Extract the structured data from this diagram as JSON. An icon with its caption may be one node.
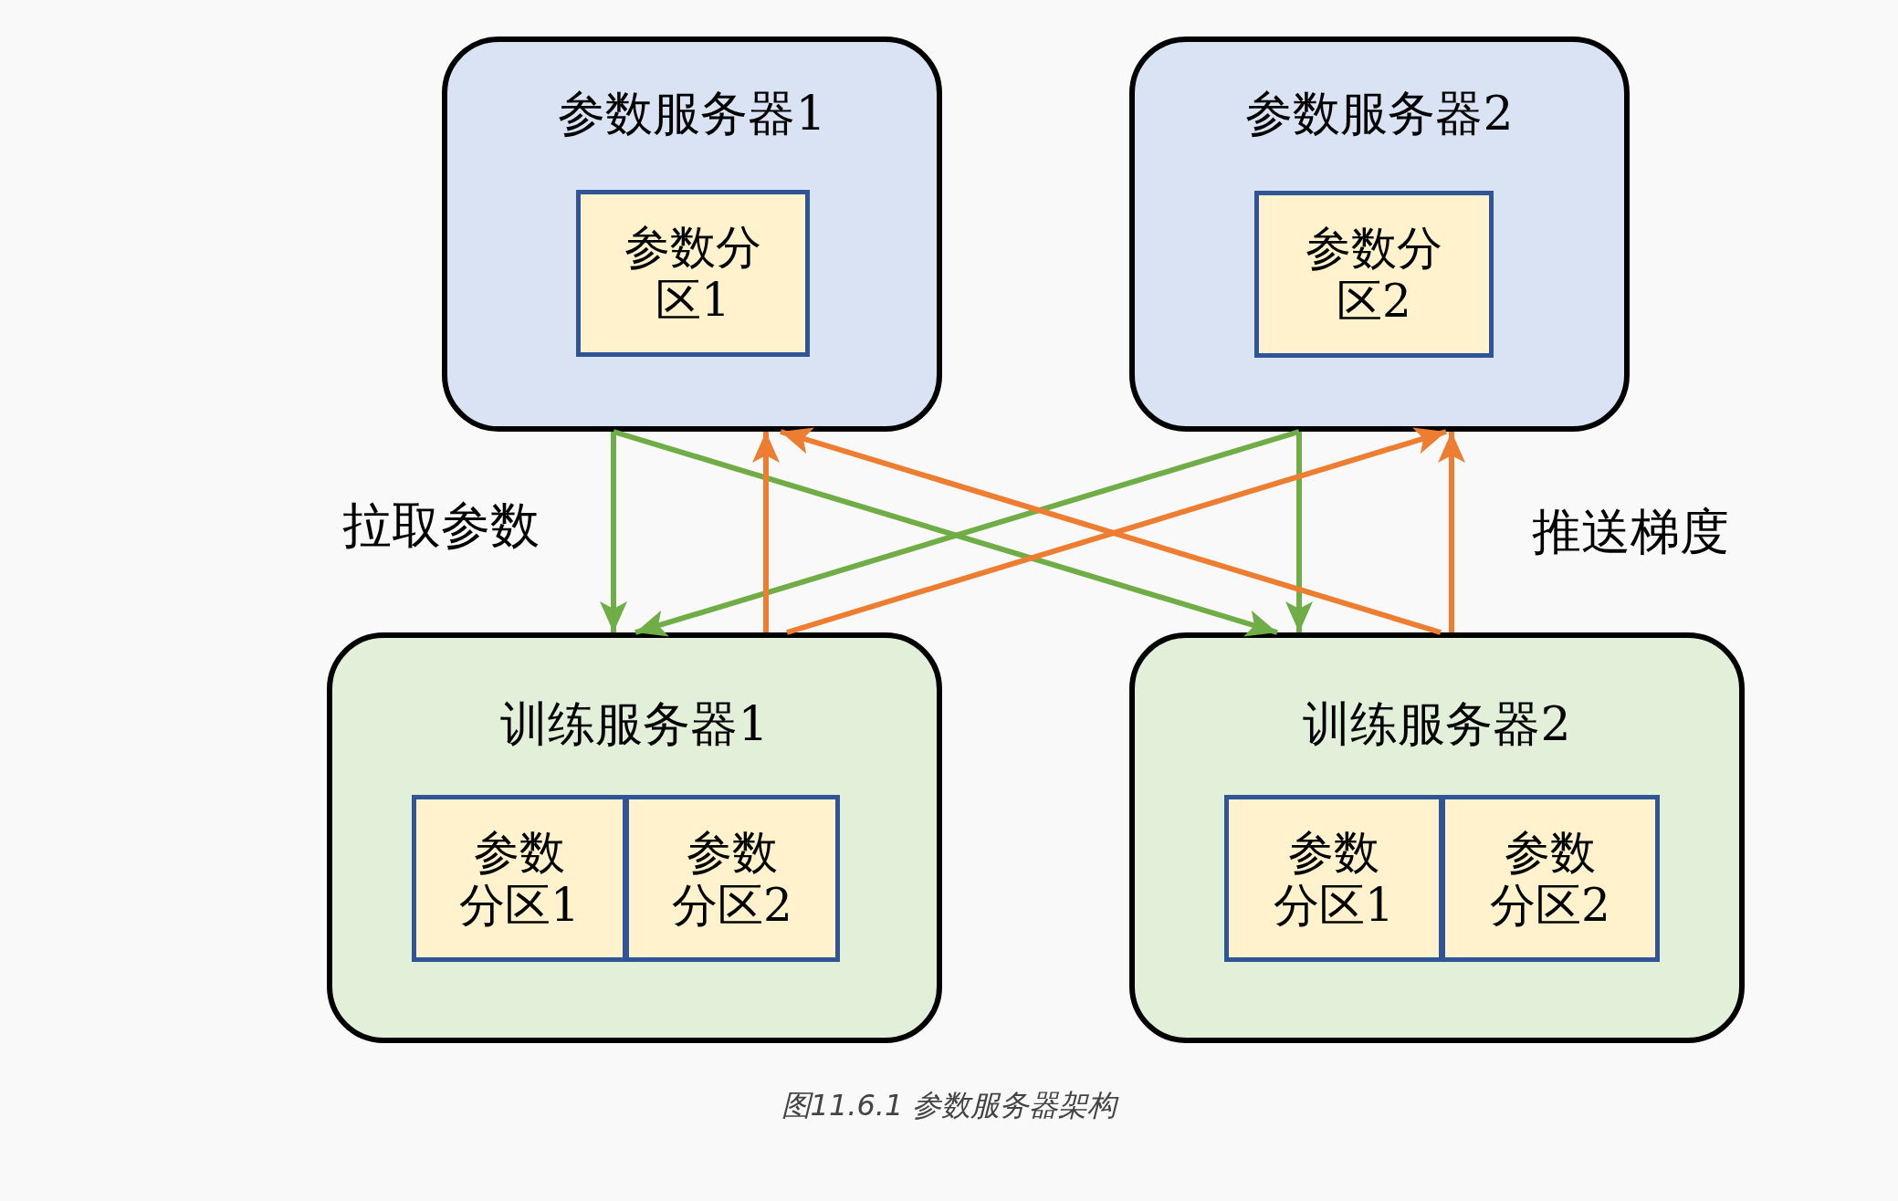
{
  "diagram": {
    "caption": "图11.6.1 参数服务器架构",
    "nodes": [
      {
        "text": [
          "参数服务器1"
        ]
      },
      {
        "text": [
          "参数分区1"
        ],
        "in": 0
      },
      {
        "text": [
          "参数服务器2"
        ]
      },
      {
        "text": [
          "参数分区2"
        ],
        "in": 2
      },
      {
        "text": [
          "训练服务器1"
        ]
      },
      {
        "text": [
          "参数分区1"
        ],
        "in": 4
      },
      {
        "text": [
          "参数分区2"
        ],
        "in": 4
      },
      {
        "text": [
          "训练服务器2"
        ]
      },
      {
        "text": [
          "参数分区1"
        ],
        "in": 7
      },
      {
        "text": [
          "参数分区2"
        ],
        "in": 7
      }
    ],
    "edges": [
      {
        "from": 0,
        "to": 4,
        "arrow": "to",
        "color": "#70ad47"
      },
      {
        "from": 0,
        "to": 7,
        "arrow": "to",
        "color": "#70ad47"
      },
      {
        "from": 2,
        "to": 7,
        "arrow": "to",
        "color": "#70ad47"
      },
      {
        "from": 2,
        "to": 4,
        "arrow": "to",
        "color": "#70ad47"
      },
      {
        "from": 4,
        "to": 0,
        "arrow": "to",
        "color": "#ed7d31"
      },
      {
        "from": 4,
        "to": 2,
        "arrow": "to",
        "color": "#ed7d31"
      },
      {
        "from": 7,
        "to": 2,
        "arrow": "to",
        "color": "#ed7d31"
      },
      {
        "from": 7,
        "to": 0,
        "arrow": "to",
        "color": "#ed7d31"
      }
    ],
    "labels": [
      "拉取参数",
      "推送梯度"
    ]
  }
}
